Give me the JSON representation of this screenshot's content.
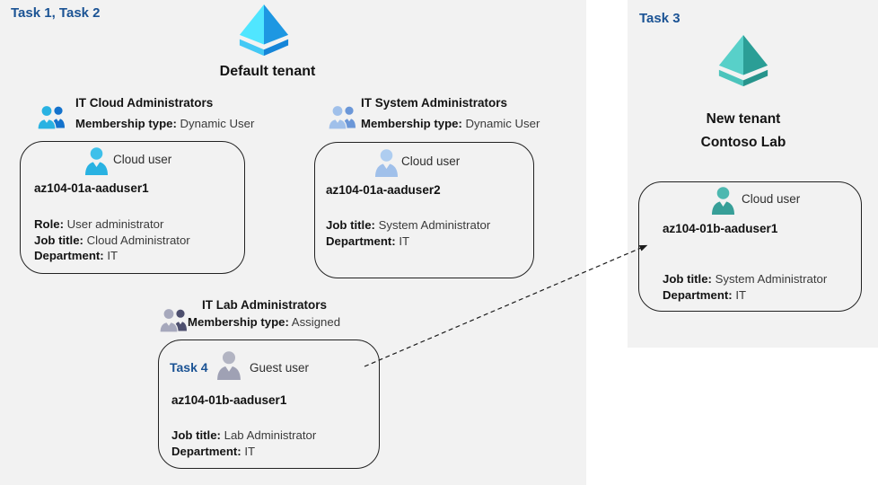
{
  "tasks": {
    "left_label": "Task 1, Task 2",
    "right_label": "Task 3",
    "guest_task_label": "Task 4"
  },
  "default_tenant": {
    "name": "Default tenant"
  },
  "new_tenant": {
    "line1": "New tenant",
    "line2": "Contoso Lab"
  },
  "groups": [
    {
      "name": "IT Cloud Administrators",
      "membership_label": "Membership type:",
      "membership_value": "Dynamic User"
    },
    {
      "name": "IT System Administrators",
      "membership_label": "Membership type:",
      "membership_value": "Dynamic User"
    },
    {
      "name": "IT Lab Administrators",
      "membership_label": "Membership type:",
      "membership_value": "Assigned"
    }
  ],
  "users": [
    {
      "type_label": "Cloud user",
      "name": "az104-01a-aaduser1",
      "fields": [
        {
          "label": "Role:",
          "value": "User administrator"
        },
        {
          "label": "Job title:",
          "value": "Cloud Administrator"
        },
        {
          "label": "Department:",
          "value": "IT"
        }
      ]
    },
    {
      "type_label": "Cloud user",
      "name": "az104-01a-aaduser2",
      "fields": [
        {
          "label": "Job title:",
          "value": "System Administrator"
        },
        {
          "label": "Department:",
          "value": "IT"
        }
      ]
    },
    {
      "type_label": "Guest user",
      "name": "az104-01b-aaduser1",
      "fields": [
        {
          "label": "Job title:",
          "value": "Lab Administrator"
        },
        {
          "label": "Department:",
          "value": "IT"
        }
      ]
    },
    {
      "type_label": "Cloud user",
      "name": "az104-01b-aaduser1",
      "fields": [
        {
          "label": "Job title:",
          "value": "System Administrator"
        },
        {
          "label": "Department:",
          "value": "IT"
        }
      ]
    }
  ],
  "colors": {
    "task_label_blue": "#1b5394",
    "panel_bg": "#f2f2f2",
    "cloud_user_cyan": "#29b2e2",
    "cloud_user_steel": "#a0c0ea",
    "guest_user_gray": "#9fa1b4",
    "cloud_user_teal": "#379f98",
    "group_back_blue": "#1472cc",
    "group_back_steel": "#6b97d8",
    "group_back_gray": "#4d4f6e",
    "tenant_icon_blue_light": "#50e6ff",
    "tenant_icon_blue_dark": "#1e97e2",
    "tenant_icon_teal_light": "#58d0c9",
    "tenant_icon_teal_dark": "#2b9e96"
  }
}
